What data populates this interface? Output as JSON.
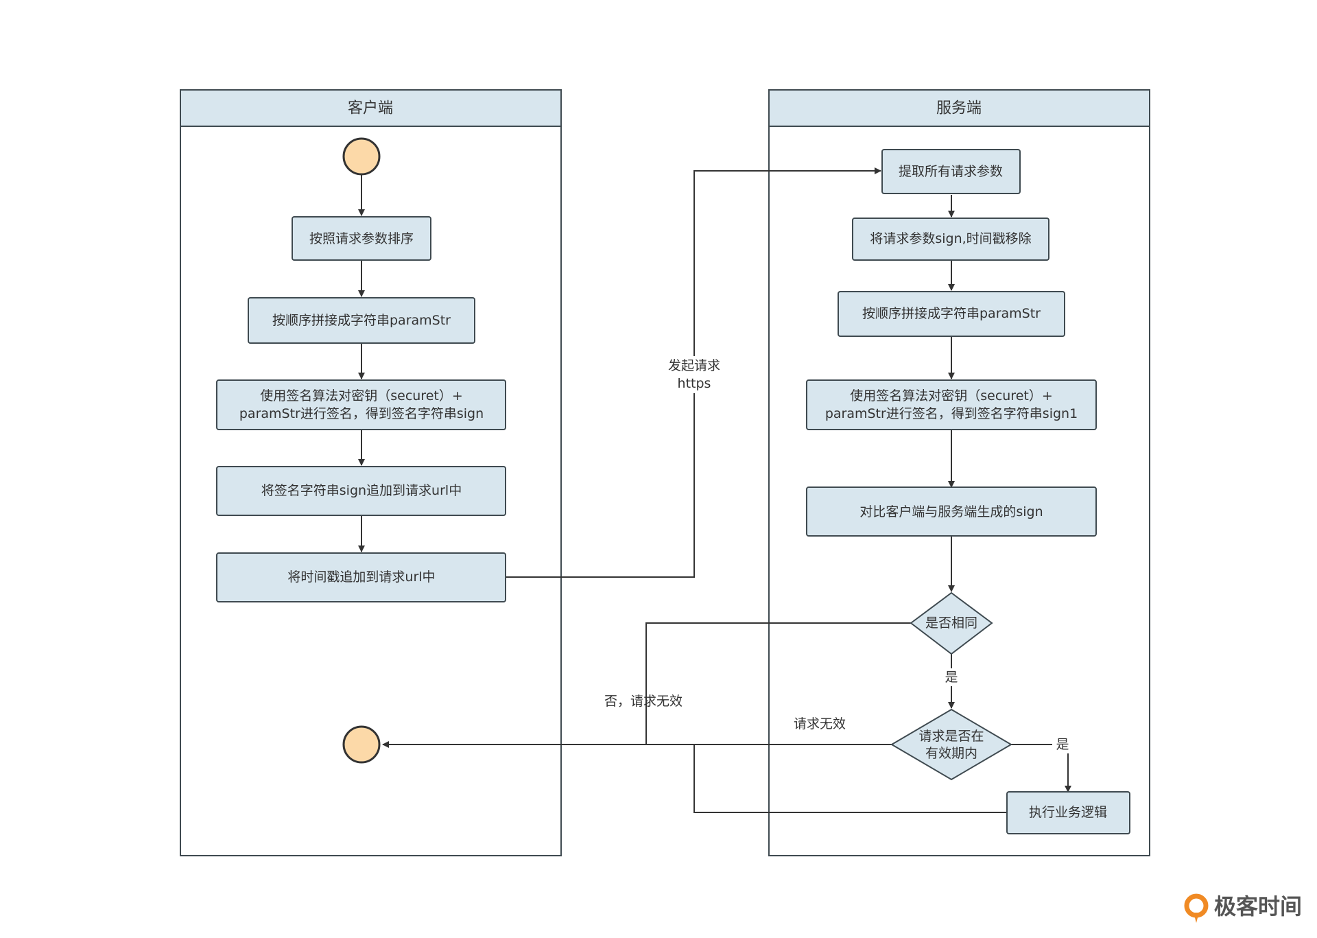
{
  "colors": {
    "node_fill": "#d8e6ee",
    "node_stroke": "#3f4a50",
    "start_end_fill": "#fcd9a8",
    "line": "#333333",
    "logo_accent": "#f08a24"
  },
  "lanes": {
    "client": {
      "title": "客户端"
    },
    "server": {
      "title": "服务端"
    }
  },
  "client_nodes": {
    "sort": "按照请求参数排序",
    "concat": "按顺序拼接成字符串paramStr",
    "sign_line1": "使用签名算法对密钥（securet）+",
    "sign_line2": "paramStr进行签名，得到签名字符串sign",
    "append_sign": "将签名字符串sign追加到请求url中",
    "append_timestamp": "将时间戳追加到请求url中"
  },
  "server_nodes": {
    "extract": "提取所有请求参数",
    "remove": "将请求参数sign,时间戳移除",
    "concat": "按顺序拼接成字符串paramStr",
    "sign_line1": "使用签名算法对密钥（securet）+",
    "sign_line2": "paramStr进行签名，得到签名字符串sign1",
    "compare": "对比客户端与服务端生成的sign",
    "same_decision": "是否相同",
    "valid_decision_line1": "请求是否在",
    "valid_decision_line2": "有效期内",
    "execute": "执行业务逻辑"
  },
  "edge_labels": {
    "request_line1": "发起请求",
    "request_line2": "https",
    "not_same": "否，请求无效",
    "yes_same": "是",
    "expired": "请求无效",
    "yes_valid": "是"
  },
  "logo": {
    "text": "极客时间"
  }
}
